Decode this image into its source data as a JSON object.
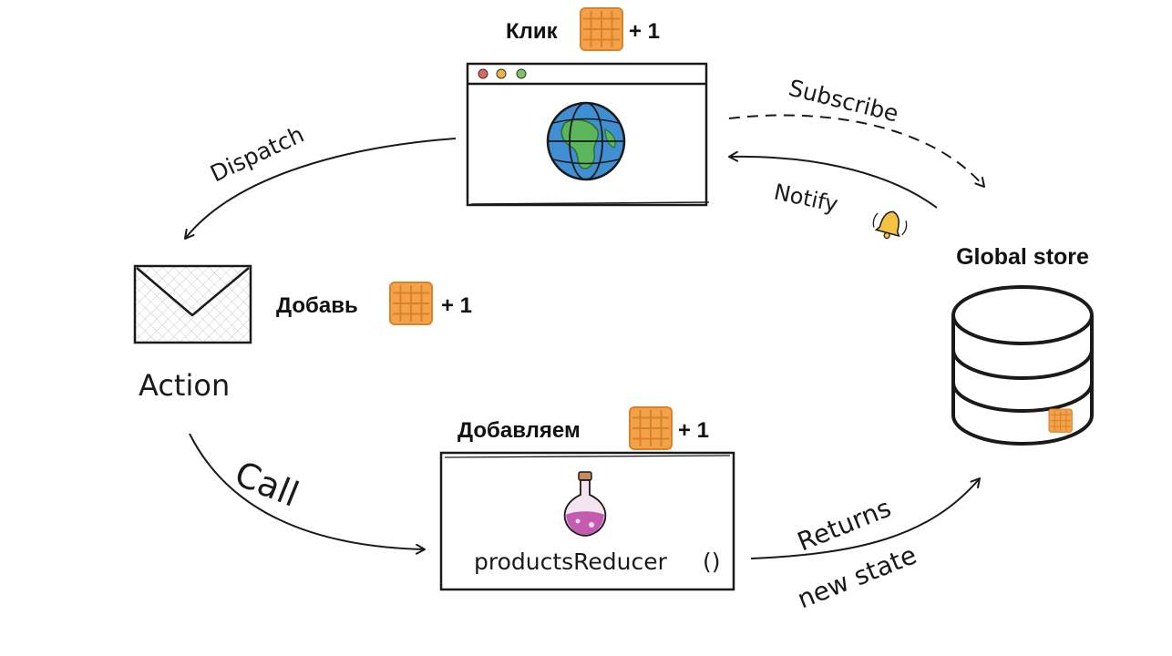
{
  "browser": {
    "label_prefix": "Клик",
    "label_suffix": "+ 1",
    "icon": "globe-icon",
    "window_dots": [
      "#e0665c",
      "#e8b548",
      "#7cc460"
    ]
  },
  "action": {
    "label": "Action",
    "icon": "envelope-icon",
    "note_prefix": "Добавь",
    "note_suffix": "+ 1"
  },
  "reducer": {
    "title_prefix": "Добавляем",
    "title_suffix": "+ 1",
    "function_name": "productsReducer",
    "parens": "()",
    "icon": "potion-flask-icon"
  },
  "store": {
    "label": "Global store",
    "icon": "database-icon"
  },
  "arrows": {
    "dispatch": "Dispatch",
    "subscribe": "Subscribe",
    "notify": "Notify",
    "call": "Call",
    "returns_line1": "Returns",
    "returns_line2": "new state"
  },
  "colors": {
    "waffle": "#f3a24a",
    "waffle_grid": "#d9822b",
    "globe_water": "#3f8fd2",
    "globe_land": "#5bb55a",
    "potion": "#c45bb0",
    "bell": "#f5c242"
  }
}
